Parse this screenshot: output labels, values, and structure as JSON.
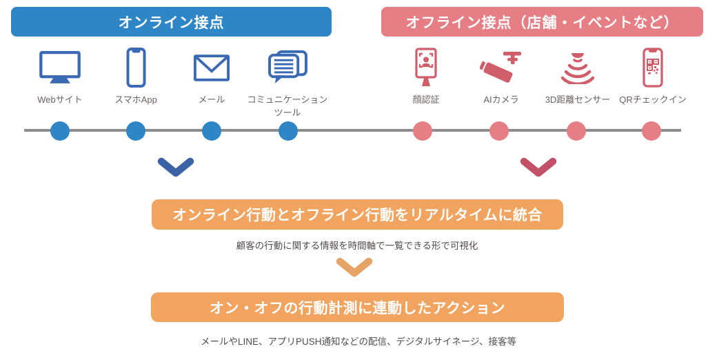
{
  "colors": {
    "online_accent": "#2e86c6",
    "online_icon": "#3a6ab3",
    "online_chevron": "#3c62a6",
    "offline_accent": "#e57f85",
    "offline_icon": "#cf5e6a",
    "offline_chevron": "#c25168",
    "integration_accent": "#f0a45f",
    "integration_chevron": "#e5a466",
    "timeline_line": "#8d8d8d",
    "label_text": "#6b625e",
    "description_text": "#524d4b"
  },
  "online": {
    "banner": "オンライン接点",
    "items": [
      {
        "label": "Webサイト",
        "icon": "monitor-icon"
      },
      {
        "label": "スマホApp",
        "icon": "smartphone-icon"
      },
      {
        "label": "メール",
        "icon": "envelope-icon"
      },
      {
        "label": "コミュニケーション",
        "label2": "ツール",
        "icon": "chat-bubbles-icon"
      }
    ]
  },
  "offline": {
    "banner": "オフライン接点（店舗・イベントなど）",
    "items": [
      {
        "label": "顔認証",
        "icon": "face-recognition-icon"
      },
      {
        "label": "AIカメラ",
        "icon": "cctv-camera-icon"
      },
      {
        "label": "3D距離センサー",
        "icon": "distance-sensor-icon"
      },
      {
        "label": "QRチェックイン",
        "icon": "qr-code-phone-icon"
      }
    ]
  },
  "integration": {
    "banner": "オンライン行動とオフライン行動をリアルタイムに統合",
    "description": "顧客の行動に関する情報を時間軸で一覧できる形で可視化"
  },
  "action": {
    "banner": "オン・オフの行動計測に連動したアクション",
    "description": "メールやLINE、アプリPUSH通知などの配信、デジタルサイネージ、接客等"
  }
}
